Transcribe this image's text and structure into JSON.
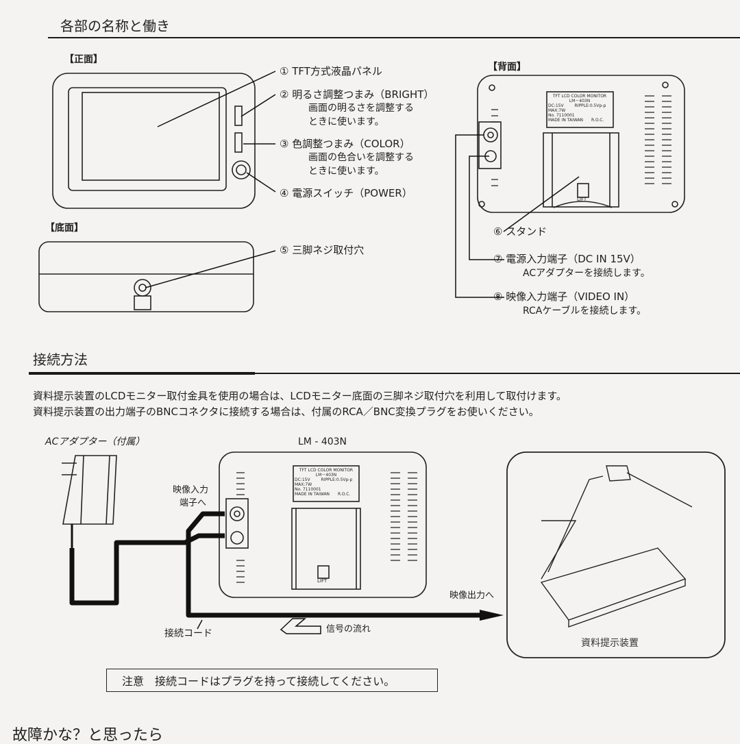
{
  "section1": {
    "title": "各部の名称と働き",
    "front_header": "【正面】",
    "bottom_header": "【底面】",
    "back_header": "【背面】",
    "parts": [
      {
        "num": "①",
        "name": "TFT方式液晶パネル",
        "desc": []
      },
      {
        "num": "②",
        "name": "明るさ調整つまみ（BRIGHT）",
        "desc": [
          "画面の明るさを調整する",
          "ときに使います。"
        ]
      },
      {
        "num": "③",
        "name": "色調整つまみ（COLOR）",
        "desc": [
          "画面の色合いを調整する",
          "ときに使います。"
        ]
      },
      {
        "num": "④",
        "name": "電源スイッチ（POWER）",
        "desc": []
      },
      {
        "num": "⑤",
        "name": "三脚ネジ取付穴",
        "desc": []
      },
      {
        "num": "⑥",
        "name": "スタンド",
        "desc": []
      },
      {
        "num": "⑦",
        "name": "電源入力端子（DC IN 15V）",
        "desc": [
          "ACアダプターを接続します。"
        ]
      },
      {
        "num": "⑧",
        "name": "映像入力端子（VIDEO IN）",
        "desc": [
          "RCAケーブルを接続します。"
        ]
      }
    ],
    "back_label": {
      "line1": "TFT LCD COLOR MONITOR",
      "line2": "LM－403N",
      "line3a": "DC:15V",
      "line3b": "RIPPLE:0.5Vp-p",
      "line4": "MAX:7W",
      "line5": "No. 7110001",
      "line6a": "MADE IN TAIWAN",
      "line6b": "R.O.C."
    },
    "lift": "LIFT"
  },
  "section2": {
    "title": "接続方法",
    "para1": "資料提示装置のLCDモニター取付金具を使用の場合は、LCDモニター底面の三脚ネジ取付穴を利用して取付けます。",
    "para2": "資料提示装置の出力端子のBNCコネクタに接続する場合は、付属のRCA／BNC変換プラグをお使いください。",
    "adapter_label": "ACアダプター（付属）",
    "model_label": "LM - 403N",
    "video_in_label": [
      "映像入力",
      "端子へ"
    ],
    "video_out_label": "映像出力へ",
    "cord_label": "接続コード",
    "signal_label": "信号の流れ",
    "presenter_label": "資料提示装置",
    "notice": "注意　接続コードはプラグを持って接続してください。"
  },
  "footer_partial": "故障かな？と思ったら"
}
